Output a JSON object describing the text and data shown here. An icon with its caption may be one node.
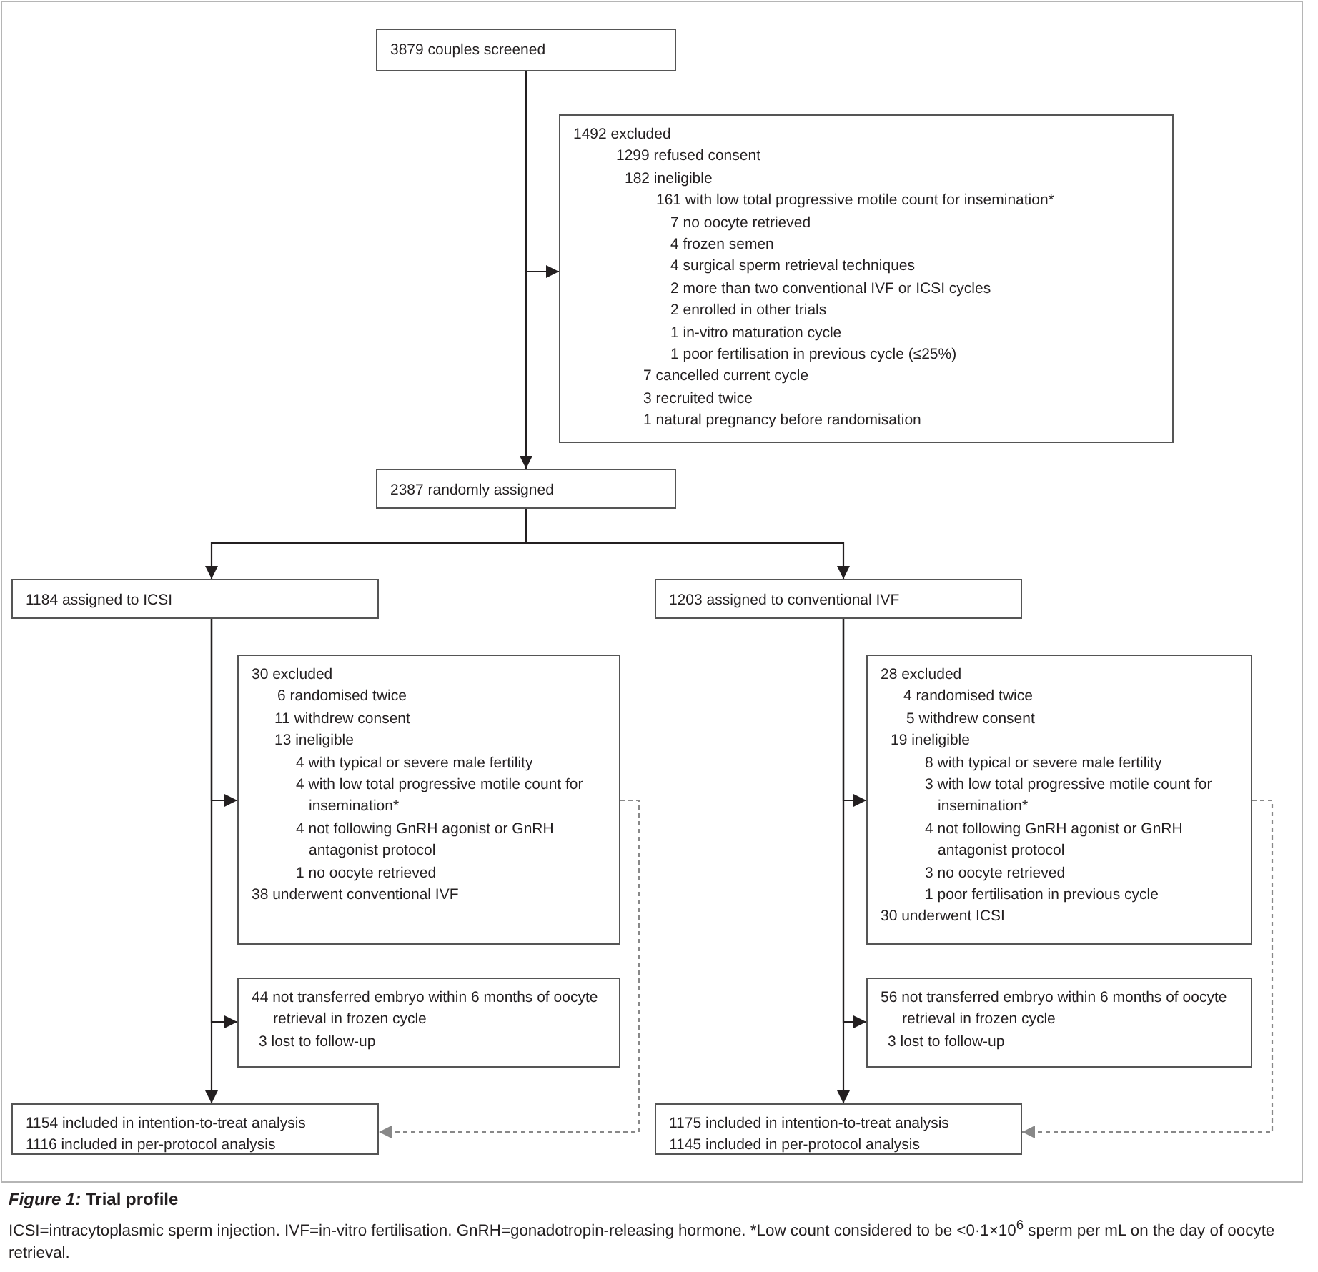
{
  "diagram": {
    "title": "*Figure 1:* Trial profile",
    "caption": "ICSI=intracytoplasmic sperm injection. IVF=in-vitro fertilisation. GnRH=gonadotropin-releasing hormone. *Low count considered to be <0·1×10$^{6}$ sperm per mL on the day of oocyte retrieval.",
    "nodes": [
      {
        "text": [
          "3879 couples screened"
        ]
      },
      {
        "text": [
          "1492 excluded",
          "1299 refused consent",
          "182 ineligible",
          "161 with low total progressive motile count for insemination*",
          "7 no oocyte retrieved",
          "4 frozen semen",
          "4 surgical sperm retrieval techniques",
          "2 more than two conventional IVF or ICSI cycles",
          "2 enrolled in other trials",
          "1 in-vitro maturation cycle",
          "1 poor fertilisation in previous cycle (≤25%)",
          "7 cancelled current cycle",
          "3 recruited twice",
          "1 natural pregnancy before randomisation"
        ]
      },
      {
        "text": [
          "2387 randomly assigned"
        ]
      },
      {
        "text": [
          "1184 assigned to ICSI"
        ]
      },
      {
        "text": [
          "1203 assigned to conventional IVF"
        ]
      },
      {
        "text": [
          "30 excluded",
          "6 randomised twice",
          "11 withdrew consent",
          "13 ineligible",
          "4 with typical or severe male fertility",
          "4 with low total progressive motile count for insemination*",
          "4 not following GnRH agonist or GnRH antagonist protocol",
          "1 no oocyte retrieved",
          "38 underwent conventional IVF"
        ]
      },
      {
        "text": [
          "44 not transferred embryo within 6 months of oocyte retrieval in frozen cycle",
          "3 lost to follow-up"
        ]
      },
      {
        "text": [
          "1154 included in intention-to-treat analysis",
          "1116 included in per-protocol analysis"
        ]
      },
      {
        "text": [
          "28 excluded",
          "4 randomised twice",
          "5 withdrew consent",
          "19 ineligible",
          "8 with typical or severe male fertility",
          "3 with low total progressive motile count for insemination*",
          "4 not following GnRH agonist or GnRH antagonist protocol",
          "3 no oocyte retrieved",
          "1 poor fertilisation in previous cycle",
          "30 underwent ICSI"
        ]
      },
      {
        "text": [
          "56 not transferred embryo within 6 months of oocyte retrieval in frozen cycle",
          "3 lost to follow-up"
        ]
      },
      {
        "text": [
          "1175 included in intention-to-treat analysis",
          "1145 included in per-protocol analysis"
        ]
      }
    ],
    "edges": [
      {
        "from": 0,
        "to": 1,
        "arrow": "to"
      },
      {
        "from": 0,
        "to": 2,
        "arrow": "to"
      },
      {
        "from": 2,
        "to": 3,
        "arrow": "to"
      },
      {
        "from": 2,
        "to": 4,
        "arrow": "to"
      },
      {
        "from": 3,
        "to": 5,
        "arrow": "to"
      },
      {
        "from": 3,
        "to": 6,
        "arrow": "to"
      },
      {
        "from": 3,
        "to": 7,
        "arrow": "to"
      },
      {
        "from": 5,
        "to": 7,
        "arrow": "to",
        "style": "dashed",
        "color": "#888888"
      },
      {
        "from": 4,
        "to": 8,
        "arrow": "to"
      },
      {
        "from": 4,
        "to": 9,
        "arrow": "to"
      },
      {
        "from": 4,
        "to": 10,
        "arrow": "to"
      },
      {
        "from": 8,
        "to": 10,
        "arrow": "to",
        "style": "dashed",
        "color": "#888888"
      }
    ]
  }
}
